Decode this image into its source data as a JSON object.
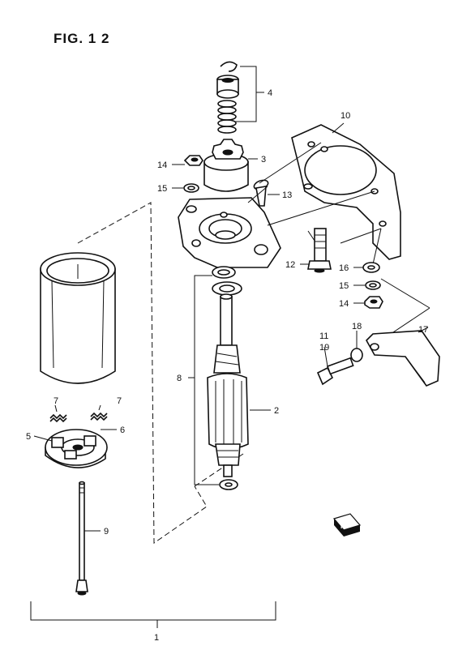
{
  "figure": {
    "title": "FIG. 1 2"
  },
  "callouts": [
    {
      "id": "c1",
      "text": "1"
    },
    {
      "id": "c2",
      "text": "2"
    },
    {
      "id": "c3",
      "text": "3"
    },
    {
      "id": "c4",
      "text": "4"
    },
    {
      "id": "c5",
      "text": "5"
    },
    {
      "id": "c6",
      "text": "6"
    },
    {
      "id": "c7a",
      "text": "7"
    },
    {
      "id": "c7b",
      "text": "7"
    },
    {
      "id": "c8",
      "text": "8"
    },
    {
      "id": "c9",
      "text": "9"
    },
    {
      "id": "c10",
      "text": "10"
    },
    {
      "id": "c11",
      "text": "11"
    },
    {
      "id": "c12",
      "text": "12"
    },
    {
      "id": "c13",
      "text": "13"
    },
    {
      "id": "c14a",
      "text": "14"
    },
    {
      "id": "c14b",
      "text": "14"
    },
    {
      "id": "c15a",
      "text": "15"
    },
    {
      "id": "c15b",
      "text": "15"
    },
    {
      "id": "c16",
      "text": "16"
    },
    {
      "id": "c17",
      "text": "17"
    },
    {
      "id": "c18",
      "text": "18"
    },
    {
      "id": "c19",
      "text": "19"
    }
  ],
  "front_marker": {
    "text": "F",
    "icon": "front-arrow-icon"
  }
}
